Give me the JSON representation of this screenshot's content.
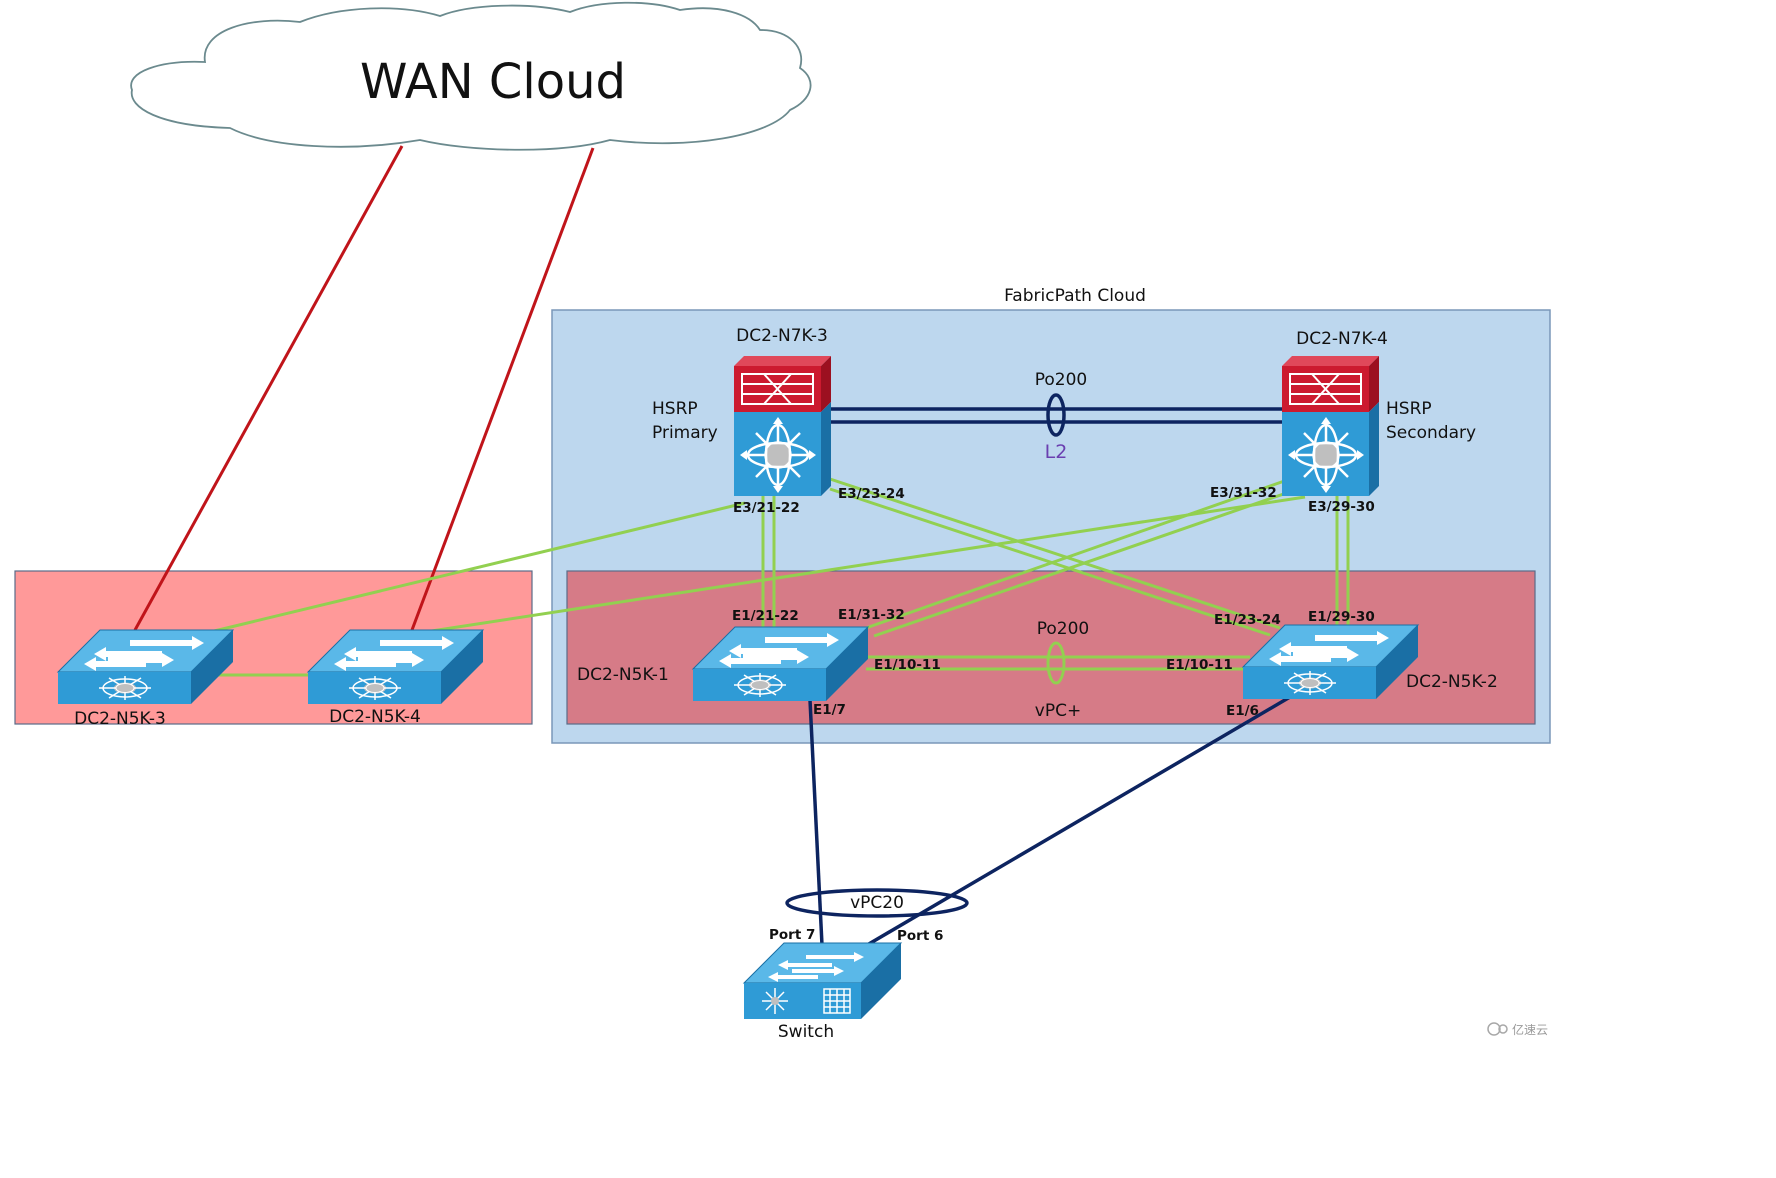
{
  "wan_cloud": {
    "label": "WAN Cloud"
  },
  "fabricpath": {
    "label": "FabricPath Cloud"
  },
  "colors": {
    "wan_link": "#c0141a",
    "fabric_link": "#92d050",
    "access_link": "#0d2460",
    "fabricpath_box": "#bdd7ee",
    "n5k_group_box": "#d67b87",
    "left_group_box": "#ff9999",
    "switch_blue": "#2f9bd6",
    "n7k_red": "#cc1a2f"
  },
  "devices": {
    "n7k3": {
      "name": "DC2-N7K-3",
      "role_line1": "HSRP",
      "role_line2": "Primary",
      "icon": "nexus-7k-icon"
    },
    "n7k4": {
      "name": "DC2-N7K-4",
      "role_line1": "HSRP",
      "role_line2": "Secondary",
      "icon": "nexus-7k-icon"
    },
    "n5k1": {
      "name": "DC2-N5K-1",
      "icon": "nexus-5k-switch-icon"
    },
    "n5k2": {
      "name": "DC2-N5K-2",
      "icon": "nexus-5k-switch-icon"
    },
    "n5k3": {
      "name": "DC2-N5K-3",
      "icon": "nexus-5k-switch-icon"
    },
    "n5k4": {
      "name": "DC2-N5K-4",
      "icon": "nexus-5k-switch-icon"
    },
    "switch": {
      "name": "Switch",
      "icon": "access-switch-icon"
    }
  },
  "bundles": {
    "po200_top": {
      "label": "Po200",
      "sublabel": "L2"
    },
    "po200_vpc": {
      "label": "Po200",
      "sublabel": "vPC+"
    },
    "vpc20": {
      "label": "vPC20"
    }
  },
  "ports": {
    "n7k3_e3_21_22": "E3/21-22",
    "n7k3_e3_23_24": "E3/23-24",
    "n7k4_e3_31_32": "E3/31-32",
    "n7k4_e3_29_30": "E3/29-30",
    "n5k1_e1_21_22": "E1/21-22",
    "n5k1_e1_31_32": "E1/31-32",
    "n5k2_e1_23_24": "E1/23-24",
    "n5k2_e1_29_30": "E1/29-30",
    "n5k1_e1_10_11": "E1/10-11",
    "n5k2_e1_10_11": "E1/10-11",
    "n5k1_e1_7": "E1/7",
    "n5k2_e1_6": "E1/6",
    "switch_port7": "Port 7",
    "switch_port6": "Port 6"
  },
  "watermark": {
    "text": "亿速云"
  }
}
